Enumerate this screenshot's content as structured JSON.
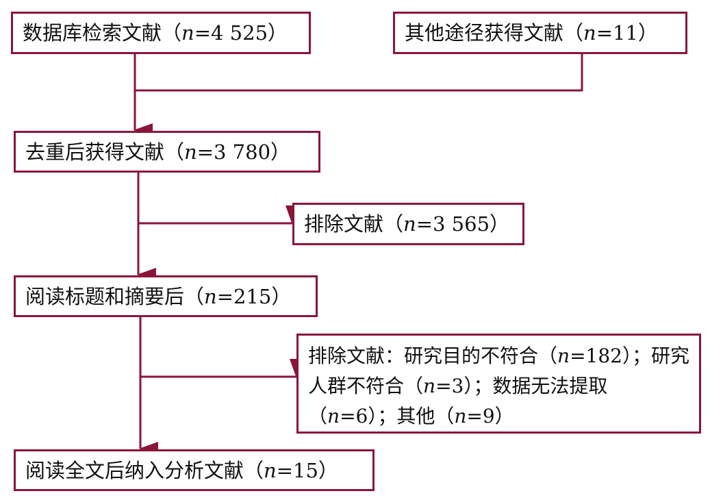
{
  "colors": {
    "stroke": "#8B1538"
  },
  "boxes": [
    {
      "id": "database-search",
      "parts": [
        {
          "t": "数据库检索文献（"
        },
        {
          "t": "n",
          "i": true
        },
        {
          "t": "=4 525）"
        }
      ]
    },
    {
      "id": "other-sources",
      "parts": [
        {
          "t": "其他途径获得文献（"
        },
        {
          "t": "n",
          "i": true
        },
        {
          "t": "=11）"
        }
      ]
    },
    {
      "id": "after-dedup",
      "parts": [
        {
          "t": "去重后获得文献（"
        },
        {
          "t": "n",
          "i": true
        },
        {
          "t": "=3 780）"
        }
      ]
    },
    {
      "id": "excluded-1",
      "parts": [
        {
          "t": "排除文献（"
        },
        {
          "t": "n",
          "i": true
        },
        {
          "t": "=3 565）"
        }
      ]
    },
    {
      "id": "title-abstract-screened",
      "parts": [
        {
          "t": "阅读标题和摘要后（"
        },
        {
          "t": "n",
          "i": true
        },
        {
          "t": "=215）"
        }
      ]
    },
    {
      "id": "excluded-2",
      "parts": [
        {
          "t": "排除文献：研究目的不符合（"
        },
        {
          "t": "n",
          "i": true
        },
        {
          "t": "=182）；研究人群不符合（"
        },
        {
          "t": "n",
          "i": true
        },
        {
          "t": "=3）；数据无法提取（"
        },
        {
          "t": "n",
          "i": true
        },
        {
          "t": "=6）；其他（"
        },
        {
          "t": "n",
          "i": true
        },
        {
          "t": "=9）"
        }
      ]
    },
    {
      "id": "included",
      "parts": [
        {
          "t": "阅读全文后纳入分析文献（"
        },
        {
          "t": "n",
          "i": true
        },
        {
          "t": "=15）"
        }
      ]
    }
  ]
}
